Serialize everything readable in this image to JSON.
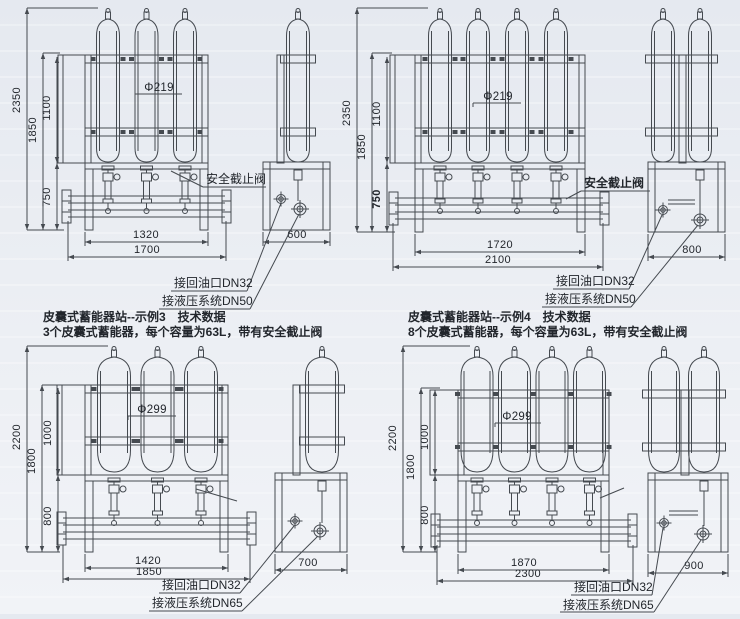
{
  "colors": {
    "background": "#ebeef3",
    "line": "#454a50",
    "text": "#22262c"
  },
  "captions": {
    "example3": {
      "title": "皮囊式蓄能器站--示例3　技术数据",
      "subtitle": "3个皮囊式蓄能器，每个容量为63L，带有安全截止阀"
    },
    "example4": {
      "title": "皮囊式蓄能器站--示例4　技术数据",
      "subtitle": "8个皮囊式蓄能器，每个容量为63L，带有安全截止阀"
    }
  },
  "stations": {
    "top_left": {
      "diameter": "Φ219",
      "safety_valve": "安全截止阀",
      "dims": {
        "total_height": "2350",
        "frame_height": "1850",
        "upper_height": "1100",
        "base_height": "750",
        "inner_width": "1320",
        "outer_width": "1700",
        "depth": "600"
      },
      "ports": {
        "return_port": "接回油口DN32",
        "system_port": "接液压系统DN50"
      }
    },
    "top_right": {
      "diameter": "Φ219",
      "safety_valve": "安全截止阀",
      "dims": {
        "total_height": "2350",
        "frame_height": "1850",
        "upper_height": "1100",
        "base_height": "750",
        "inner_width": "1720",
        "outer_width": "2100",
        "depth": "800"
      },
      "ports": {
        "return_port": "接回油口DN32",
        "system_port": "接液压系统DN50"
      }
    },
    "bottom_left": {
      "diameter": "Φ299",
      "dims": {
        "total_height": "2200",
        "frame_height": "1800",
        "upper_height": "1000",
        "base_height": "800",
        "inner_width": "1420",
        "outer_width": "1850",
        "depth": "700"
      },
      "ports": {
        "return_port": "接回油口DN32",
        "system_port": "接液压系统DN65"
      }
    },
    "bottom_right": {
      "diameter": "Φ299",
      "dims": {
        "total_height": "2200",
        "frame_height": "1800",
        "upper_height": "1000",
        "base_height": "800",
        "inner_width": "1870",
        "outer_width": "2300",
        "depth": "900"
      },
      "ports": {
        "return_port": "接回油口DN32",
        "system_port": "接液压系统DN65"
      }
    }
  }
}
